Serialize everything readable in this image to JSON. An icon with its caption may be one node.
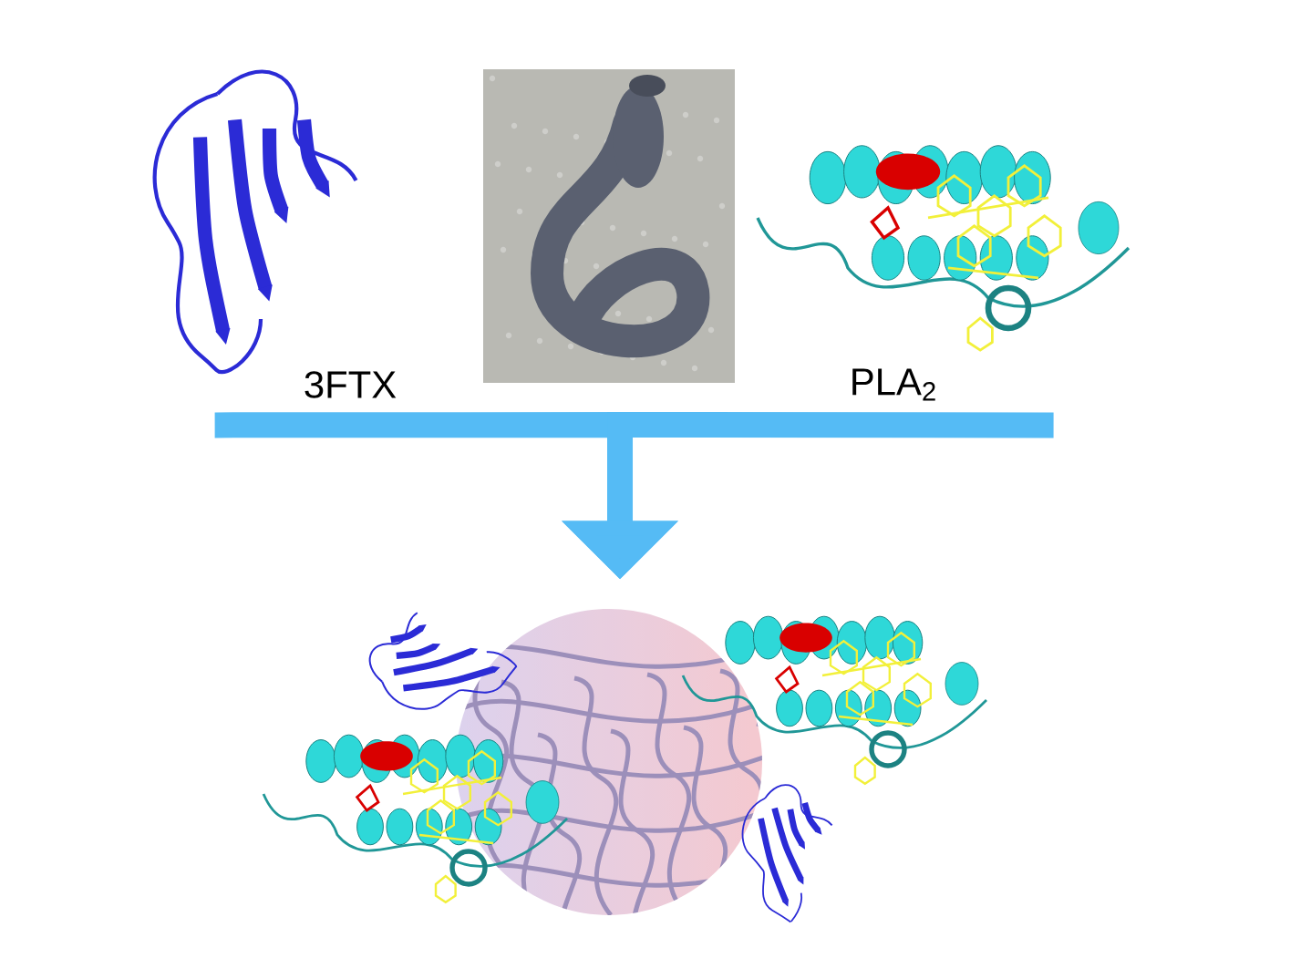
{
  "diagram": {
    "nodes": [
      {
        "text": [],
        "shape": "picture",
        "beside": [
          "3FTX"
        ]
      },
      {
        "text": [],
        "shape": "picture"
      },
      {
        "text": [],
        "shape": "picture",
        "beside": [
          "PLA$_{2}$"
        ]
      },
      {
        "text": [],
        "shape": "picture"
      }
    ],
    "edges": [
      {
        "from": 0,
        "to": 3,
        "arrow": "to"
      },
      {
        "from": 2,
        "to": 3,
        "arrow": "to"
      }
    ]
  }
}
